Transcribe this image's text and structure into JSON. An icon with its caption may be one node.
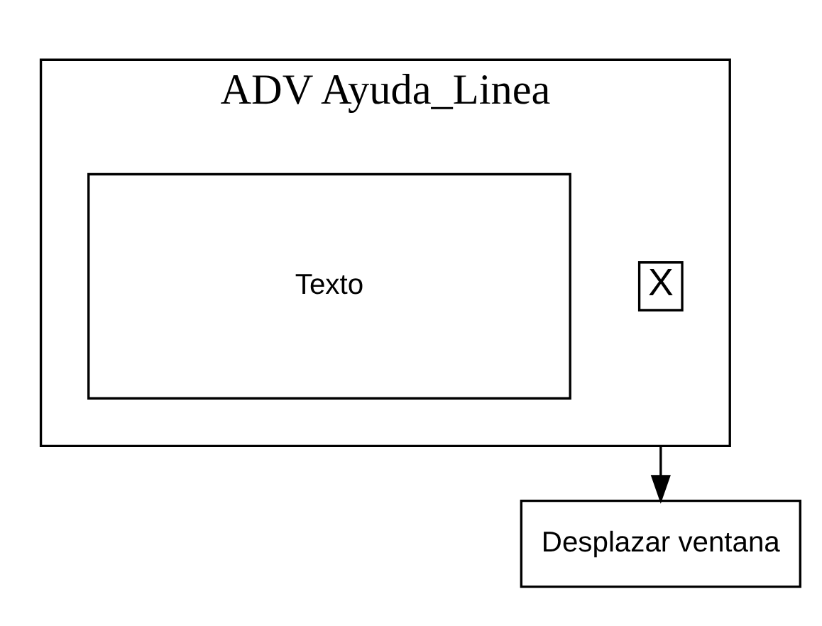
{
  "diagram": {
    "nodes": [
      {
        "text": [
          "ADV Ayuda_Linea"
        ]
      },
      {
        "text": [
          "X"
        ],
        "in": 0
      },
      {
        "text": [
          "Texto"
        ],
        "in": 0
      },
      {
        "text": [
          "Desplazar ventana"
        ]
      }
    ],
    "edges": [
      {
        "from": 0,
        "to": 3,
        "arrow": "to"
      }
    ]
  }
}
